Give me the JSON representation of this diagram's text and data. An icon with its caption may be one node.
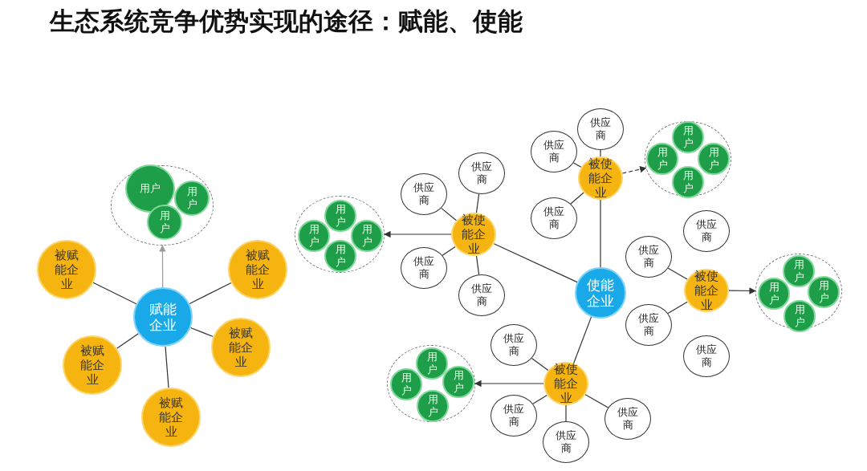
{
  "diagram": {
    "title": "生态系统竞争优势实现的途径：赋能、使能",
    "nodes": [
      {
        "text": [],
        "shape": "circle"
      },
      {
        "text": [
          "用户"
        ],
        "in": 0
      },
      {
        "text": [
          "用户"
        ],
        "in": 0
      },
      {
        "text": [
          "用户"
        ],
        "in": 0
      },
      {
        "text": [
          "被赋能企业"
        ]
      },
      {
        "text": [
          "被赋能企业"
        ]
      },
      {
        "text": [
          "赋能企业"
        ]
      },
      {
        "text": [
          "被赋能企业"
        ]
      },
      {
        "text": [
          "被赋能企业"
        ]
      },
      {
        "text": [
          "被赋能企业"
        ]
      },
      {
        "text": [
          "使能企业"
        ]
      },
      {
        "text": [
          "被使能企业"
        ]
      },
      {
        "text": [],
        "shape": "circle"
      },
      {
        "text": [
          "用户"
        ],
        "in": 12
      },
      {
        "text": [
          "用户"
        ],
        "in": 12
      },
      {
        "text": [
          "用户"
        ],
        "in": 12
      },
      {
        "text": [
          "用户"
        ],
        "in": 12
      },
      {
        "text": [
          "供应商"
        ]
      },
      {
        "text": [
          "供应商"
        ]
      },
      {
        "text": [
          "供应商"
        ]
      },
      {
        "text": [
          "供应商"
        ]
      },
      {
        "text": [
          "被使能企业"
        ]
      },
      {
        "text": [
          "供应商"
        ]
      },
      {
        "text": [
          "供应商"
        ]
      },
      {
        "text": [
          "供应商"
        ]
      },
      {
        "text": [],
        "shape": "circle"
      },
      {
        "text": [
          "用户"
        ],
        "in": 25
      },
      {
        "text": [
          "用户"
        ],
        "in": 25
      },
      {
        "text": [
          "用户"
        ],
        "in": 25
      },
      {
        "text": [
          "用户"
        ],
        "in": 25
      },
      {
        "text": [
          "被使能企业"
        ]
      },
      {
        "text": [
          "供应商"
        ]
      },
      {
        "text": [
          "供应商"
        ]
      },
      {
        "text": [
          "供应商"
        ]
      },
      {
        "text": [
          "供应商"
        ]
      },
      {
        "text": [],
        "shape": "circle"
      },
      {
        "text": [
          "用户"
        ],
        "in": 35
      },
      {
        "text": [
          "用户"
        ],
        "in": 35
      },
      {
        "text": [
          "用户"
        ],
        "in": 35
      },
      {
        "text": [
          "用户"
        ],
        "in": 35
      },
      {
        "text": [
          "被使能企业"
        ]
      },
      {
        "text": [
          "供应商"
        ]
      },
      {
        "text": [
          "供应商"
        ]
      },
      {
        "text": [
          "供应商"
        ]
      },
      {
        "text": [
          "供应商"
        ]
      },
      {
        "text": [],
        "shape": "circle"
      },
      {
        "text": [
          "用户"
        ],
        "in": 45
      },
      {
        "text": [
          "用户"
        ],
        "in": 45
      },
      {
        "text": [
          "用户"
        ],
        "in": 45
      },
      {
        "text": [
          "用户"
        ],
        "in": 45
      }
    ],
    "edges": [
      {
        "from": 6,
        "to": 0,
        "arrow": "to",
        "color": "#9a9a9a"
      },
      {
        "from": 6,
        "to": 4,
        "arrow": "none"
      },
      {
        "from": 6,
        "to": 5,
        "arrow": "none"
      },
      {
        "from": 6,
        "to": 7,
        "arrow": "none"
      },
      {
        "from": 6,
        "to": 8,
        "arrow": "none"
      },
      {
        "from": 6,
        "to": 9,
        "arrow": "none"
      },
      {
        "from": 10,
        "to": 11,
        "arrow": "none"
      },
      {
        "from": 10,
        "to": 21,
        "arrow": "none"
      },
      {
        "from": 10,
        "to": 40,
        "arrow": "none"
      },
      {
        "from": 11,
        "to": 12,
        "arrow": "to"
      },
      {
        "from": 11,
        "to": 17,
        "arrow": "none"
      },
      {
        "from": 11,
        "to": 18,
        "arrow": "none"
      },
      {
        "from": 11,
        "to": 19,
        "arrow": "none"
      },
      {
        "from": 11,
        "to": 20,
        "arrow": "none"
      },
      {
        "from": 21,
        "to": 25,
        "arrow": "to",
        "style": "dashed"
      },
      {
        "from": 21,
        "to": 22,
        "arrow": "none"
      },
      {
        "from": 21,
        "to": 23,
        "arrow": "none"
      },
      {
        "from": 21,
        "to": 24,
        "arrow": "none"
      },
      {
        "from": 30,
        "to": 35,
        "arrow": "to"
      },
      {
        "from": 30,
        "to": 31,
        "arrow": "none"
      },
      {
        "from": 30,
        "to": 33,
        "arrow": "none"
      },
      {
        "from": 40,
        "to": 45,
        "arrow": "to"
      },
      {
        "from": 40,
        "to": 41,
        "arrow": "none"
      },
      {
        "from": 40,
        "to": 42,
        "arrow": "none"
      },
      {
        "from": 40,
        "to": 43,
        "arrow": "none"
      },
      {
        "from": 40,
        "to": 44,
        "arrow": "none"
      }
    ]
  }
}
